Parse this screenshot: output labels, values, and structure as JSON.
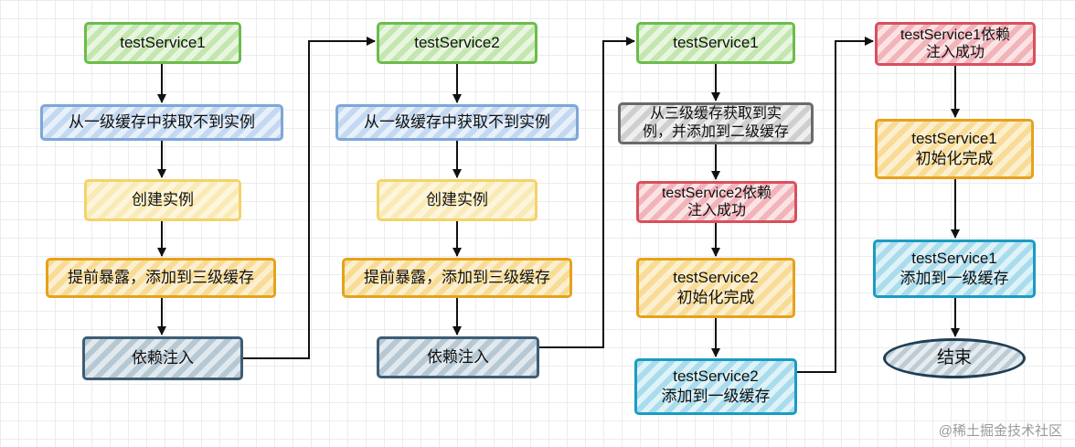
{
  "diagram": {
    "col1": {
      "n1": "testService1",
      "n2": "从一级缓存中获取不到实例",
      "n3": "创建实例",
      "n4": "提前暴露，添加到三级缓存",
      "n5": "依赖注入"
    },
    "col2": {
      "n1": "testService2",
      "n2": "从一级缓存中获取不到实例",
      "n3": "创建实例",
      "n4": "提前暴露，添加到三级缓存",
      "n5": "依赖注入"
    },
    "col3": {
      "n1": "testService1",
      "n2": "从三级缓存获取到实\n例，并添加到二级缓存",
      "n3": "testService2依赖\n注入成功",
      "n4": "testService2\n初始化完成",
      "n5": "testService2\n添加到一级缓存"
    },
    "col4": {
      "n1": "testService1依赖\n注入成功",
      "n2": "testService1\n初始化完成",
      "n3": "testService1\n添加到一级缓存",
      "n4": "结束"
    },
    "colors": {
      "green": "#6cbc4c",
      "blue": "#7ea6d8",
      "yellow": "#f3d36a",
      "orange": "#e6a21c",
      "navy": "#3f5d74",
      "grey": "#6a6a6a",
      "red": "#d8505c",
      "cyan": "#1b9cc2"
    }
  },
  "watermark": "@稀土掘金技术社区"
}
